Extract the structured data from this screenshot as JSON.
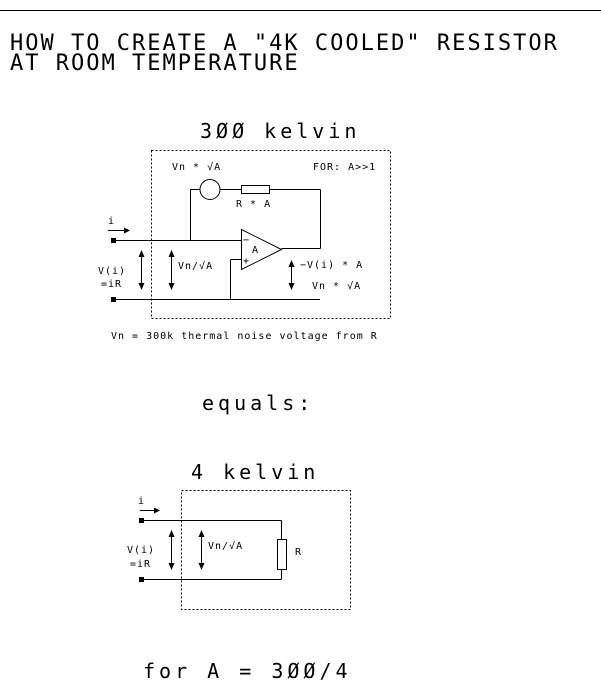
{
  "title": {
    "line1": "HOW TO CREATE A \"4K COOLED\" RESISTOR",
    "line2": "AT ROOM TEMPERATURE"
  },
  "circuit_top": {
    "heading": "3ØØ kelvin",
    "source_label": "Vn * √A",
    "condition": "FOR: A>>1",
    "feedback_resistor": "R * A",
    "current_label": "i",
    "input_voltage_line1": "V(i)",
    "input_voltage_line2": "=iR",
    "noise_label": "Vn/√A",
    "amp_label": "A",
    "minus": "−",
    "plus": "+",
    "output_voltage": "−V(i) * A",
    "output_noise": "Vn * √A",
    "footnote": "Vn = 300k thermal noise voltage from R"
  },
  "equals": "equals:",
  "circuit_bottom": {
    "heading": "4 kelvin",
    "current_label": "i",
    "input_voltage_line1": "V(i)",
    "input_voltage_line2": "=iR",
    "noise_label": "Vn/√A",
    "resistor_label": "R"
  },
  "footer": "for A = 3ØØ/4"
}
